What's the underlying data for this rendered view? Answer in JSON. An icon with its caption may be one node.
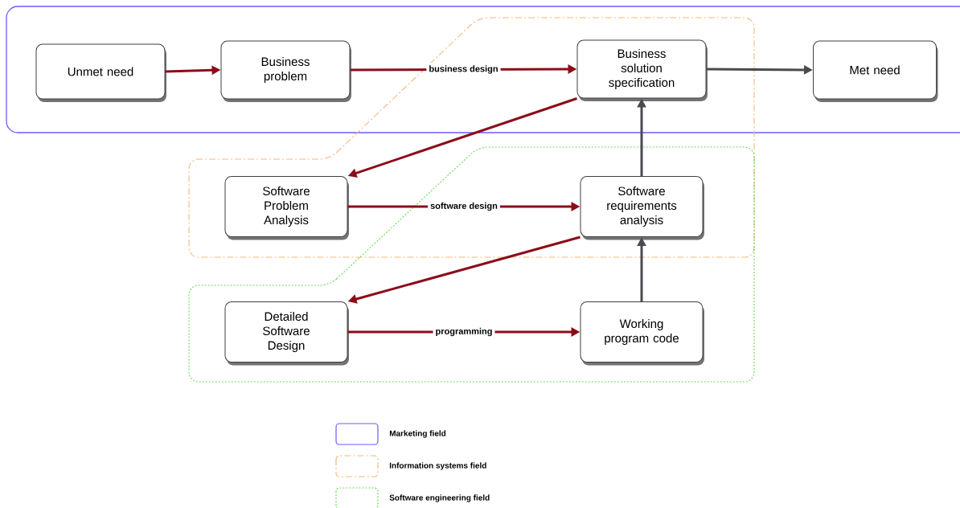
{
  "diagram": {
    "nodes": [
      {
        "text": [
          "Unmet need"
        ]
      },
      {
        "text": [
          "Business problem"
        ]
      },
      {
        "text": [
          "Business solution specification"
        ]
      },
      {
        "text": [
          "Met need"
        ]
      },
      {
        "text": [
          "Software Problem Analysis"
        ]
      },
      {
        "text": [
          "Software requirements analysis"
        ]
      },
      {
        "text": [
          "Detailed Software Design"
        ]
      },
      {
        "text": [
          "Working program code"
        ]
      }
    ],
    "edges": [
      {
        "from": 0,
        "to": 1,
        "arrow": "to"
      },
      {
        "from": 1,
        "to": 2,
        "arrow": "to",
        "label": "business design"
      },
      {
        "from": 2,
        "to": 3,
        "arrow": "to",
        "color": "#4a4a4f"
      },
      {
        "from": 2,
        "to": 4,
        "arrow": "to"
      },
      {
        "from": 4,
        "to": 5,
        "arrow": "to",
        "label": "software design"
      },
      {
        "from": 5,
        "to": 2,
        "arrow": "to",
        "color": "#4a4a4f"
      },
      {
        "from": 5,
        "to": 6,
        "arrow": "to"
      },
      {
        "from": 6,
        "to": 7,
        "arrow": "to",
        "label": "programming"
      },
      {
        "from": 7,
        "to": 5,
        "arrow": "to",
        "color": "#4a4a4f"
      }
    ],
    "legend": [
      {
        "text": "Marketing field"
      },
      {
        "text": "Information systems field"
      },
      {
        "text": "Software engineering field"
      }
    ]
  }
}
